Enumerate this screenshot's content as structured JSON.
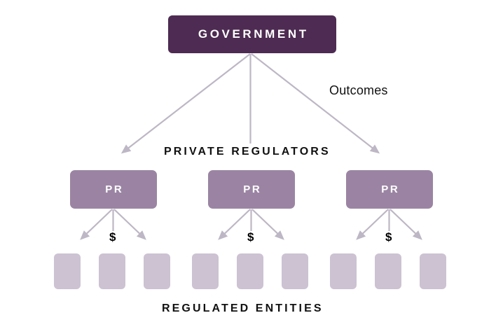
{
  "diagram": {
    "title_node": {
      "label": "GOVERNMENT"
    },
    "tier_labels": {
      "private_regulators": "PRIVATE REGULATORS",
      "regulated_entities": "REGULATED ENTITIES"
    },
    "annotations": {
      "outcomes": "Outcomes",
      "money_symbol": "$"
    },
    "regulators": [
      {
        "label": "PR"
      },
      {
        "label": "PR"
      },
      {
        "label": "PR"
      }
    ],
    "entities": [
      {
        "label": ""
      },
      {
        "label": ""
      },
      {
        "label": ""
      },
      {
        "label": ""
      },
      {
        "label": ""
      },
      {
        "label": ""
      },
      {
        "label": ""
      },
      {
        "label": ""
      },
      {
        "label": ""
      }
    ],
    "money_labels": [
      "$",
      "$",
      "$"
    ],
    "colors": {
      "government_fill": "#4e2b52",
      "regulator_fill": "#9b84a3",
      "entity_fill": "#ccc2d2",
      "arrow": "#bdb7c5",
      "text_dark": "#111111",
      "text_light": "#ffffff",
      "background": "#ffffff"
    }
  }
}
